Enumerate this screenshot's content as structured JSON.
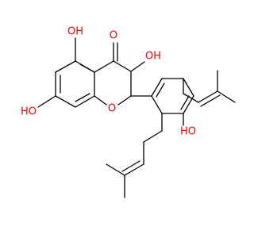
{
  "colors": {
    "bond": "#000000",
    "oxygen": "#ff0000",
    "background": "#ffffff"
  },
  "structure": {
    "labels": {
      "oh_c5": "OH",
      "oh_c7": "HO",
      "carbonyl": "O",
      "oh_c3": "OH",
      "ring_oxygen": "O",
      "oh_phenol": "HO"
    }
  }
}
